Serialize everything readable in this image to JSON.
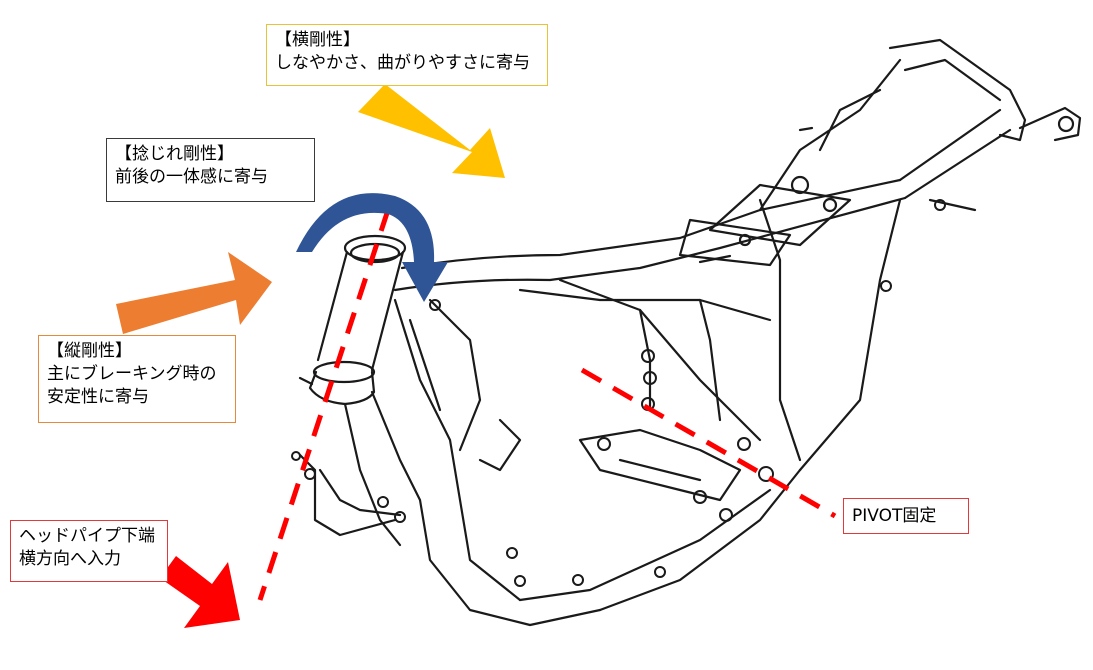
{
  "colors": {
    "lateral_arrow": "#ffc000",
    "vertical_arrow": "#ed7d31",
    "torsion_arrow": "#2f5597",
    "input_arrow": "#ff0000",
    "axis_line": "#ff0000",
    "frame_line": "#1a1a1a"
  },
  "callouts": {
    "lateral_stiffness": {
      "heading": "【横剛性】",
      "text": "しなやかさ、曲がりやすさに寄与"
    },
    "torsional_stiffness": {
      "heading": "【捻じれ剛性】",
      "text": "前後の一体感に寄与"
    },
    "vertical_stiffness": {
      "heading": "【縦剛性】",
      "line1": "主にブレーキング時の",
      "line2": "安定性に寄与"
    },
    "head_pipe_input": {
      "line1": "ヘッドパイプ下端",
      "line2": "横方向へ入力"
    },
    "pivot_fixed": {
      "text": "PIVOT固定"
    }
  },
  "icons": [
    "lateral-arrow-icon",
    "vertical-arrow-icon",
    "torsion-arrow-icon",
    "input-arrow-icon"
  ]
}
